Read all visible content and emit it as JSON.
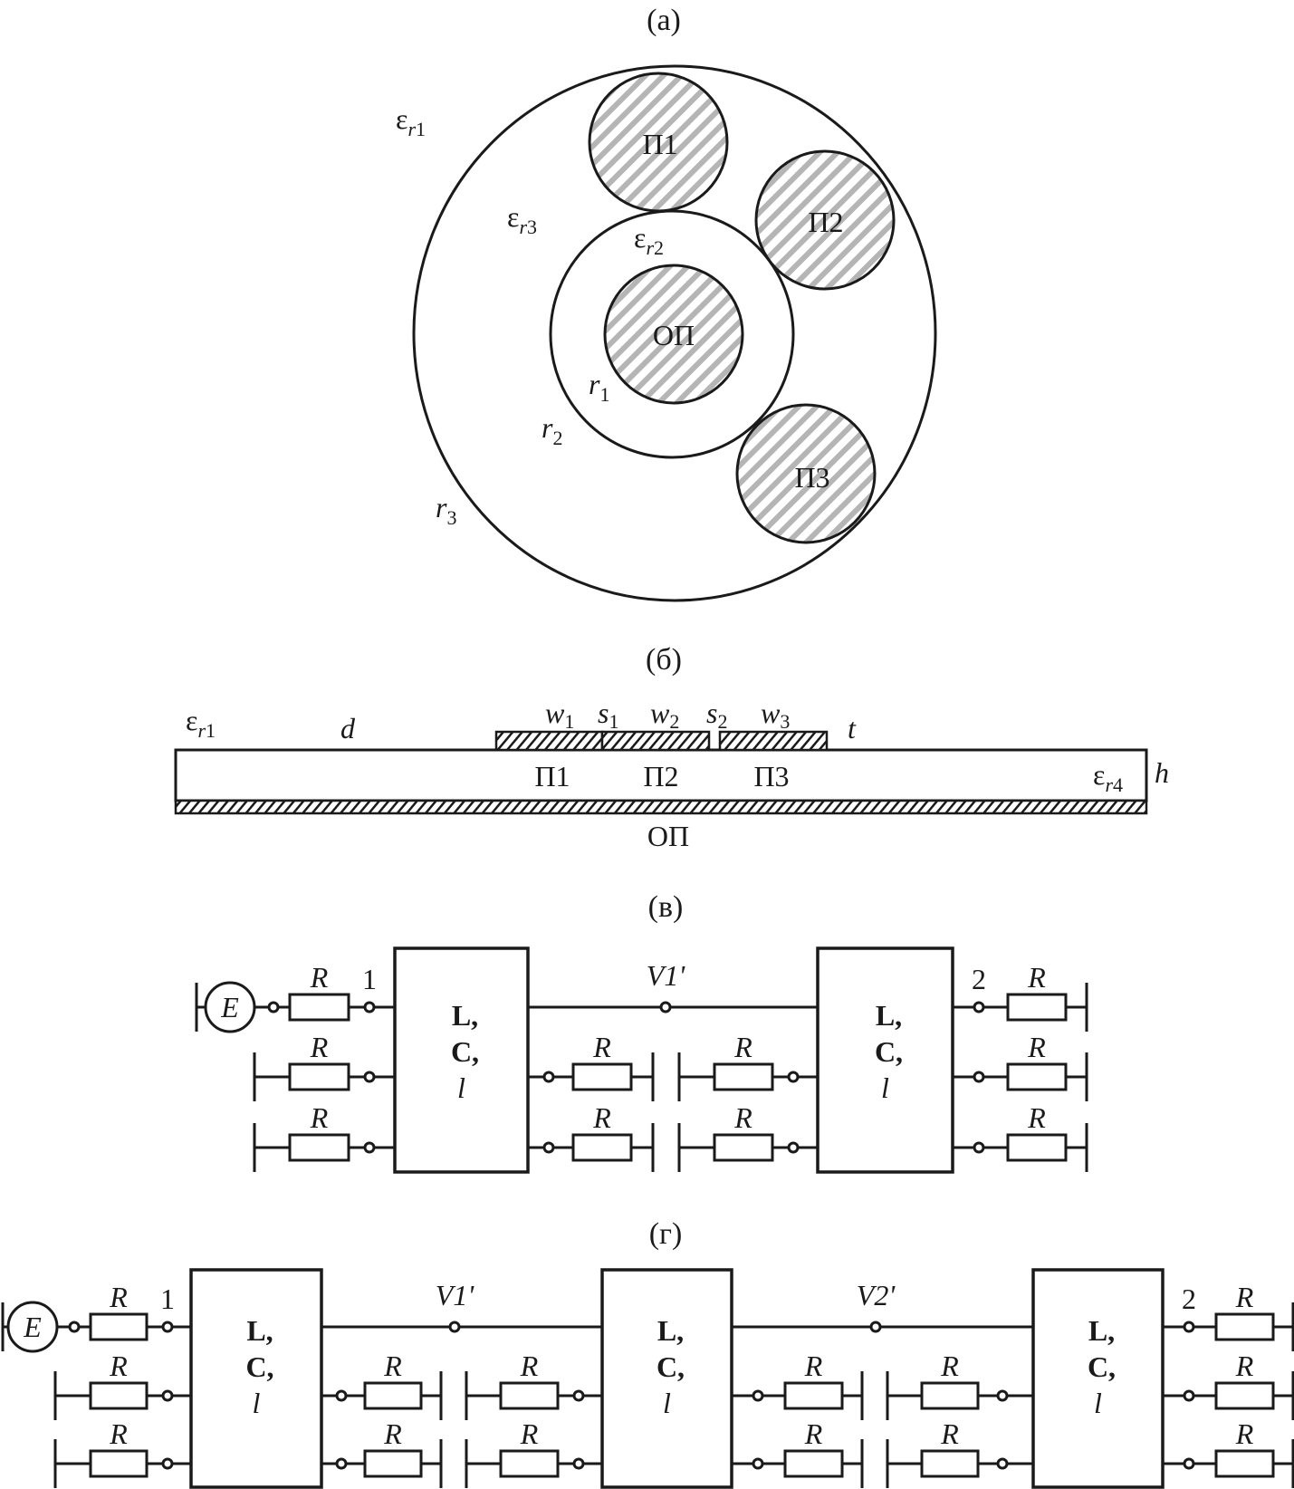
{
  "figure": {
    "panels": {
      "a": {
        "title": "(a)",
        "regions": {
          "outer_medium": {
            "sym": "ε",
            "sub_italic": "r",
            "sub_num": "1"
          },
          "shell_medium": {
            "sym": "ε",
            "sub_italic": "r",
            "sub_num": "3"
          },
          "insulation_medium": {
            "sym": "ε",
            "sub_italic": "r",
            "sub_num": "2"
          }
        },
        "conductors": [
          {
            "id": "reference",
            "label": "ОП"
          },
          {
            "id": "p1",
            "label": "П1"
          },
          {
            "id": "p2",
            "label": "П2"
          },
          {
            "id": "p3",
            "label": "П3"
          }
        ],
        "radii": [
          {
            "sym": "r",
            "num": "1"
          },
          {
            "sym": "r",
            "num": "2"
          },
          {
            "sym": "r",
            "num": "3"
          }
        ]
      },
      "b": {
        "title": "(б)",
        "air": {
          "sym": "ε",
          "sub_italic": "r",
          "sub_num": "1"
        },
        "substrate": {
          "sym": "ε",
          "sub_italic": "r",
          "sub_num": "4"
        },
        "dims": {
          "d": "d",
          "t": "t",
          "h": "h",
          "w1": {
            "sym": "w",
            "num": "1"
          },
          "s1": {
            "sym": "s",
            "num": "1"
          },
          "w2": {
            "sym": "w",
            "num": "2"
          },
          "s2": {
            "sym": "s",
            "num": "2"
          },
          "w3": {
            "sym": "w",
            "num": "3"
          }
        },
        "strips": [
          "П1",
          "П2",
          "П3"
        ],
        "ground": "ОП"
      },
      "c": {
        "title": "(в)",
        "source": "E",
        "resistor": "R",
        "port_in": "1",
        "port_out": "2",
        "nodes": [
          "V1'"
        ],
        "block": {
          "l1": "L,",
          "l2": "C,",
          "l3": "l"
        }
      },
      "d": {
        "title": "(г)",
        "source": "E",
        "resistor": "R",
        "port_in": "1",
        "port_out": "2",
        "nodes": [
          "V1'",
          "V2'"
        ],
        "block": {
          "l1": "L,",
          "l2": "C,",
          "l3": "l"
        }
      }
    },
    "colors": {
      "ink": "#1a1a1a",
      "hatch": "#b5b5b5"
    }
  }
}
